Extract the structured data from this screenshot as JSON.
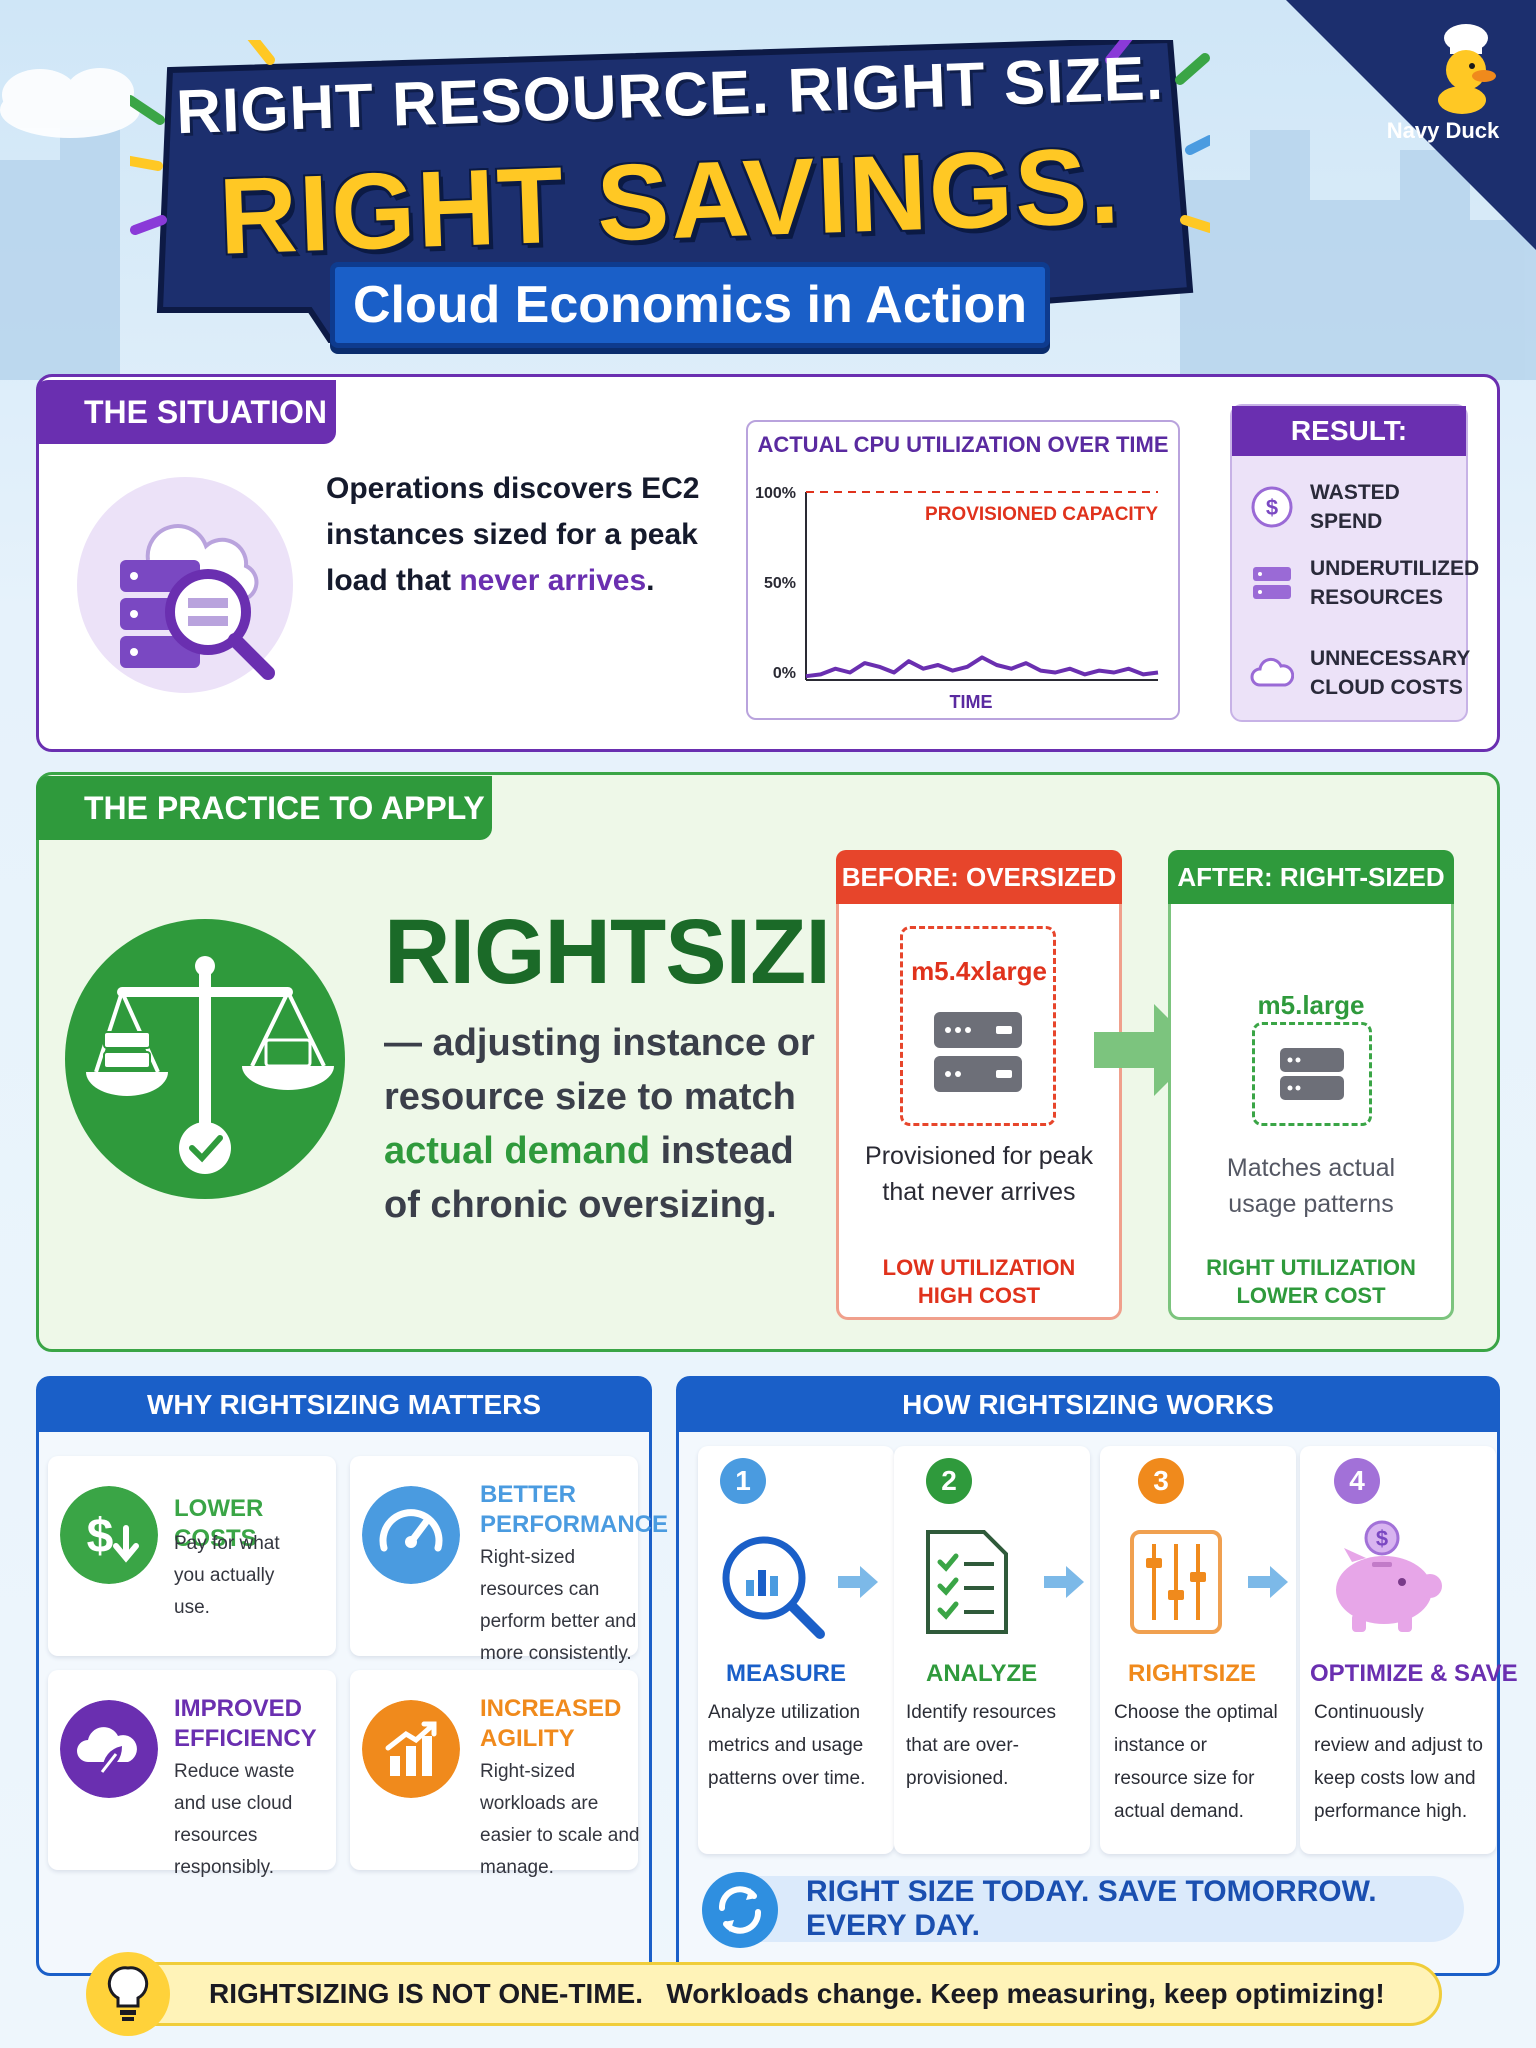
{
  "header": {
    "title_line1": "RIGHT RESOURCE. RIGHT SIZE.",
    "title_line2": "RIGHT SAVINGS.",
    "subtitle": "Cloud Economics in Action",
    "brand": "Navy Duck"
  },
  "situation": {
    "tab": "THE SITUATION",
    "text_main": "Operations discovers EC2 instances sized for a peak load that",
    "text_highlight": "never arrives",
    "text_end": ".",
    "chart_title": "ACTUAL CPU UTILIZATION OVER TIME",
    "result_title": "RESULT:",
    "results": [
      {
        "icon": "dollar-icon",
        "label": "WASTED SPEND"
      },
      {
        "icon": "server-icon",
        "label": "UNDERUTILIZED RESOURCES"
      },
      {
        "icon": "cloud-icon",
        "label": "UNNECESSARY CLOUD COSTS"
      }
    ]
  },
  "chart_data": {
    "type": "line",
    "title": "ACTUAL CPU UTILIZATION OVER TIME",
    "xlabel": "TIME",
    "ylabel": "",
    "ylim": [
      0,
      100
    ],
    "y_ticks": [
      "100%",
      "50%",
      "0%"
    ],
    "annotation": "PROVISIONED CAPACITY",
    "reference_line": 100,
    "series": [
      {
        "values": [
          2,
          3,
          6,
          4,
          9,
          7,
          4,
          10,
          6,
          8,
          5,
          7,
          12,
          8,
          6,
          9,
          5,
          4,
          6,
          3,
          5,
          4,
          6,
          3,
          4
        ]
      }
    ]
  },
  "practice": {
    "tab": "THE PRACTICE TO APPLY",
    "title": "RIGHTSIZING",
    "desc_part1": "— adjusting instance or resource size to match",
    "desc_highlight": "actual demand",
    "desc_part2": "instead of chronic oversizing.",
    "before": {
      "head": "BEFORE: OVERSIZED",
      "instance": "m5.4xlarge",
      "desc": "Provisioned for peak that never arrives",
      "flag1": "LOW UTILIZATION",
      "flag2": "HIGH COST"
    },
    "after": {
      "head": "AFTER: RIGHT-SIZED",
      "instance": "m5.large",
      "desc": "Matches actual usage patterns",
      "flag1": "RIGHT UTILIZATION",
      "flag2": "LOWER COST"
    }
  },
  "why": {
    "head": "WHY RIGHTSIZING MATTERS",
    "items": [
      {
        "title": "LOWER COSTS",
        "text": "Pay for what you actually use.",
        "color": "#3aa546"
      },
      {
        "title": "BETTER PERFORMANCE",
        "text": "Right-sized resources can perform better and more consistently.",
        "color": "#4a9be0"
      },
      {
        "title": "IMPROVED EFFICIENCY",
        "text": "Reduce waste and use cloud resources responsibly.",
        "color": "#6a2fb0"
      },
      {
        "title": "INCREASED AGILITY",
        "text": "Right-sized workloads are easier to scale and manage.",
        "color": "#f08a1c"
      }
    ]
  },
  "how": {
    "head": "HOW RIGHTSIZING WORKS",
    "steps": [
      {
        "num": "1",
        "title": "MEASURE",
        "text": "Analyze utilization metrics and usage patterns over time.",
        "color": "#4a9be0",
        "title_color": "#1a5fc8"
      },
      {
        "num": "2",
        "title": "ANALYZE",
        "text": "Identify resources that are over-provisioned.",
        "color": "#2f9a3c",
        "title_color": "#2f9a3c"
      },
      {
        "num": "3",
        "title": "RIGHTSIZE",
        "text": "Choose the optimal instance or resource size for actual demand.",
        "color": "#f08a1c",
        "title_color": "#f08a1c"
      },
      {
        "num": "4",
        "title": "OPTIMIZE & SAVE",
        "text": "Continuously review and adjust to keep costs low and performance high.",
        "color": "#a271d8",
        "title_color": "#6a2fb0"
      }
    ],
    "tagline": "RIGHT SIZE TODAY. SAVE TOMORROW. EVERY DAY."
  },
  "footer": {
    "lead": "RIGHTSIZING IS NOT ONE-TIME.",
    "text": "Workloads change. Keep measuring, keep optimizing!"
  }
}
